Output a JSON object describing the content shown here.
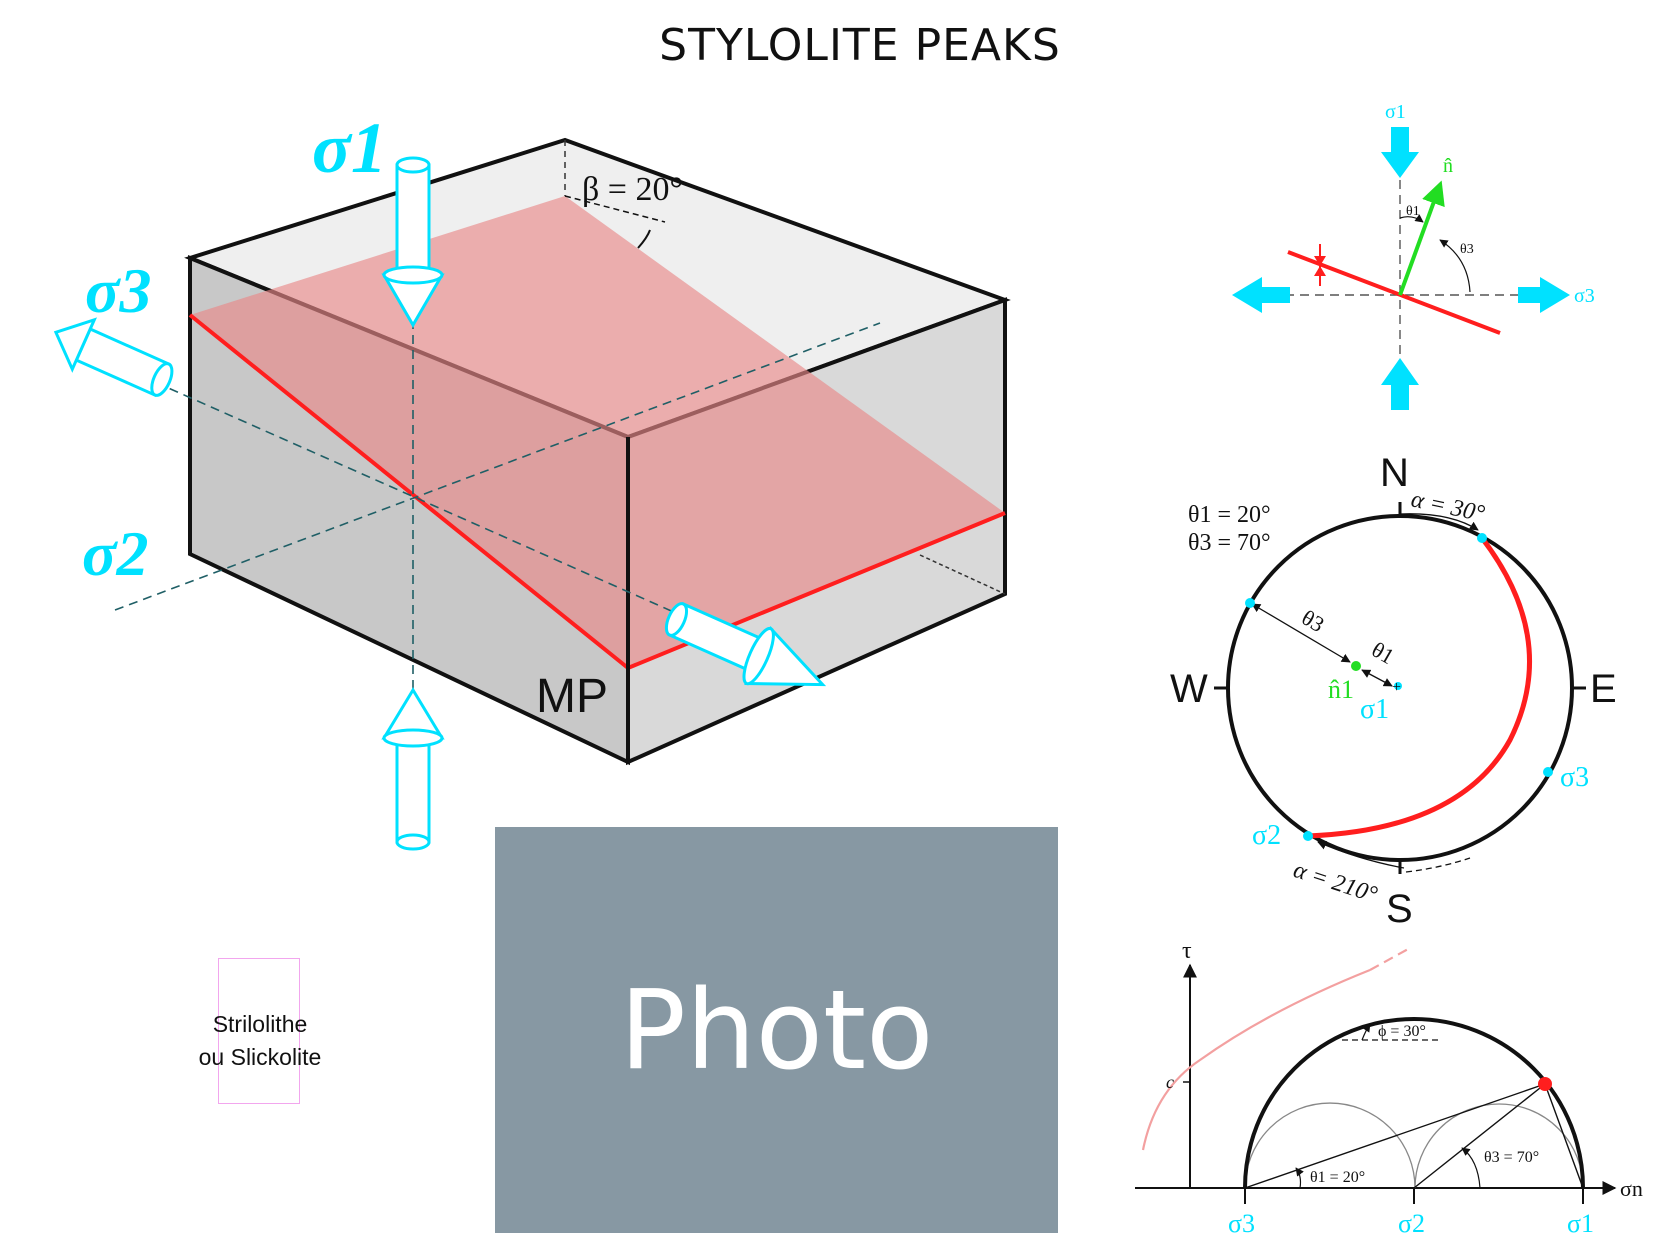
{
  "title": "STYLOLITE PEAKS",
  "block": {
    "sigma1": "σ1",
    "sigma3": "σ3",
    "sigma2": "σ2",
    "beta_label": "β = 20°",
    "mp_label": "MP"
  },
  "photo": {
    "label": "Photo"
  },
  "strilolithe": {
    "line1": "Strilolithe",
    "line2": "ou Slickolite"
  },
  "stress_sketch": {
    "sigma1": "σ1",
    "sigma3": "σ3",
    "normal": "n̂",
    "theta1": "θ1",
    "theta3": "θ3"
  },
  "stereonet": {
    "north": "N",
    "south": "S",
    "east": "E",
    "west": "W",
    "alpha_top": "α = 30°",
    "alpha_bottom": "α = 210°",
    "theta1_value": "θ1 = 20°",
    "theta3_value": "θ3 = 70°",
    "theta3_label": "θ3",
    "theta1_label": "θ1",
    "normal_label": "n̂1",
    "sigma1": "σ1",
    "sigma2": "σ2",
    "sigma3": "σ3"
  },
  "mohr": {
    "tau": "τ",
    "sigma_n": "σn",
    "c": "c",
    "phi": "ϕ = 30°",
    "theta1": "θ1 = 20°",
    "theta3": "θ3 = 70°",
    "sigma3": "σ3",
    "sigma2": "σ2",
    "sigma1": "σ1"
  },
  "colors": {
    "cyan": "#00e1ff",
    "red": "#ff1e1e",
    "green": "#22dd22",
    "plane": "#f0a0a0",
    "photo_bg": "#8798a3"
  }
}
